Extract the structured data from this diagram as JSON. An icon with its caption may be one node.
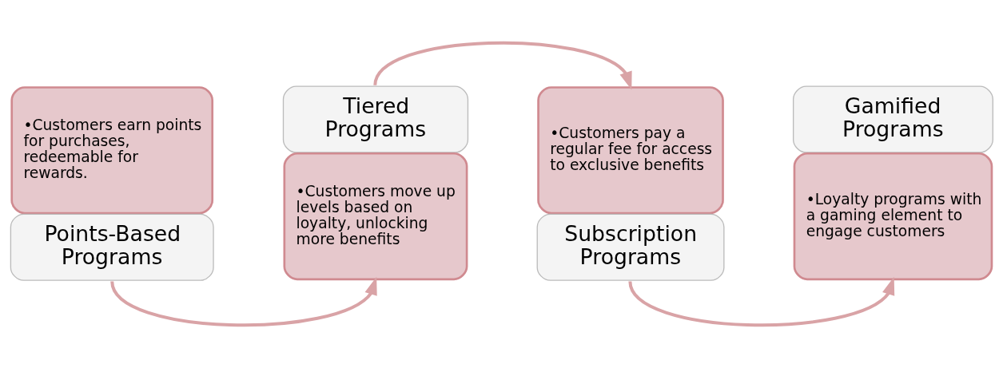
{
  "diagram": {
    "nodes": [
      {
        "text": [
          "•Customers earn points for purchases, redeemable for rewards.",
          "Points-Based Programs"
        ]
      },
      {
        "text": [
          "Tiered Programs",
          "•Customers move up levels based on loyalty, unlocking more benefits"
        ]
      },
      {
        "text": [
          "•Customers pay a regular fee for access to exclusive benefits",
          "Subscription Programs"
        ]
      },
      {
        "text": [
          "Gamified Programs",
          "•Loyalty programs with a gaming element to engage customers"
        ]
      }
    ],
    "edges": [
      {
        "from": 0,
        "to": 1,
        "arrow": "to"
      },
      {
        "from": 1,
        "to": 2,
        "arrow": "to"
      },
      {
        "from": 2,
        "to": 3,
        "arrow": "to"
      }
    ]
  }
}
